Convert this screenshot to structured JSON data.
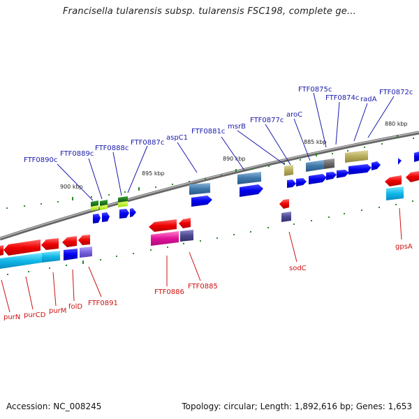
{
  "title": "Francisella tularensis subsp. tularensis FSC198, complete ge...",
  "footer": {
    "accession": "Accession: NC_008245",
    "topology": "Topology: circular; Length: 1,892,616 bp; Genes: 1,653"
  },
  "scale_labels": [
    "900 kbp",
    "895 kbp",
    "890 kbp",
    "885 kbp",
    "880 kbp"
  ],
  "forward_genes": [
    "FTF0890c",
    "FTF0889c",
    "FTF0888c",
    "FTF0887c",
    "aspC1",
    "FTF0881c",
    "msrB",
    "FTF0877c",
    "aroC",
    "FTF0875c",
    "FTF0874c",
    "radA",
    "FTF0872c"
  ],
  "reverse_genes": [
    "purN",
    "purCD",
    "purM",
    "folD",
    "FTF0891",
    "FTF0886",
    "FTF0885",
    "sodC",
    "gpsA"
  ],
  "colors": {
    "forward_label": "#1a1aaa",
    "reverse_label": "#cc1111",
    "backbone": "#888888",
    "tick": "#2a8a2a"
  }
}
